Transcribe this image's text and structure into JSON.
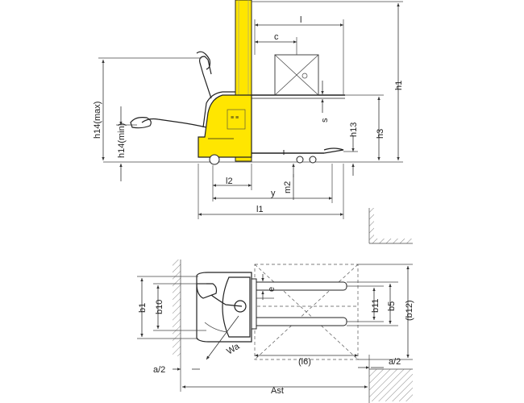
{
  "colors": {
    "mast": "#ffe600",
    "accent": "#f2dd00",
    "line": "#222222"
  },
  "side_view": {
    "labels": {
      "l": "l",
      "c": "c",
      "h1": "h1",
      "h3": "h3",
      "h13": "h13",
      "s": "s",
      "h14max": "h14(max)",
      "h14min": "h14(min)",
      "l2": "l2",
      "m2": "m2",
      "y": "y",
      "l1": "l1"
    }
  },
  "top_view": {
    "labels": {
      "b1": "b1",
      "b10": "b10",
      "e": "e",
      "b11": "b11",
      "b5": "b5",
      "b12": "(b12)",
      "wa": "Wa",
      "l6": "(l6)",
      "a2_left": "a/2",
      "a2_right": "a/2",
      "ast": "Ast"
    }
  }
}
